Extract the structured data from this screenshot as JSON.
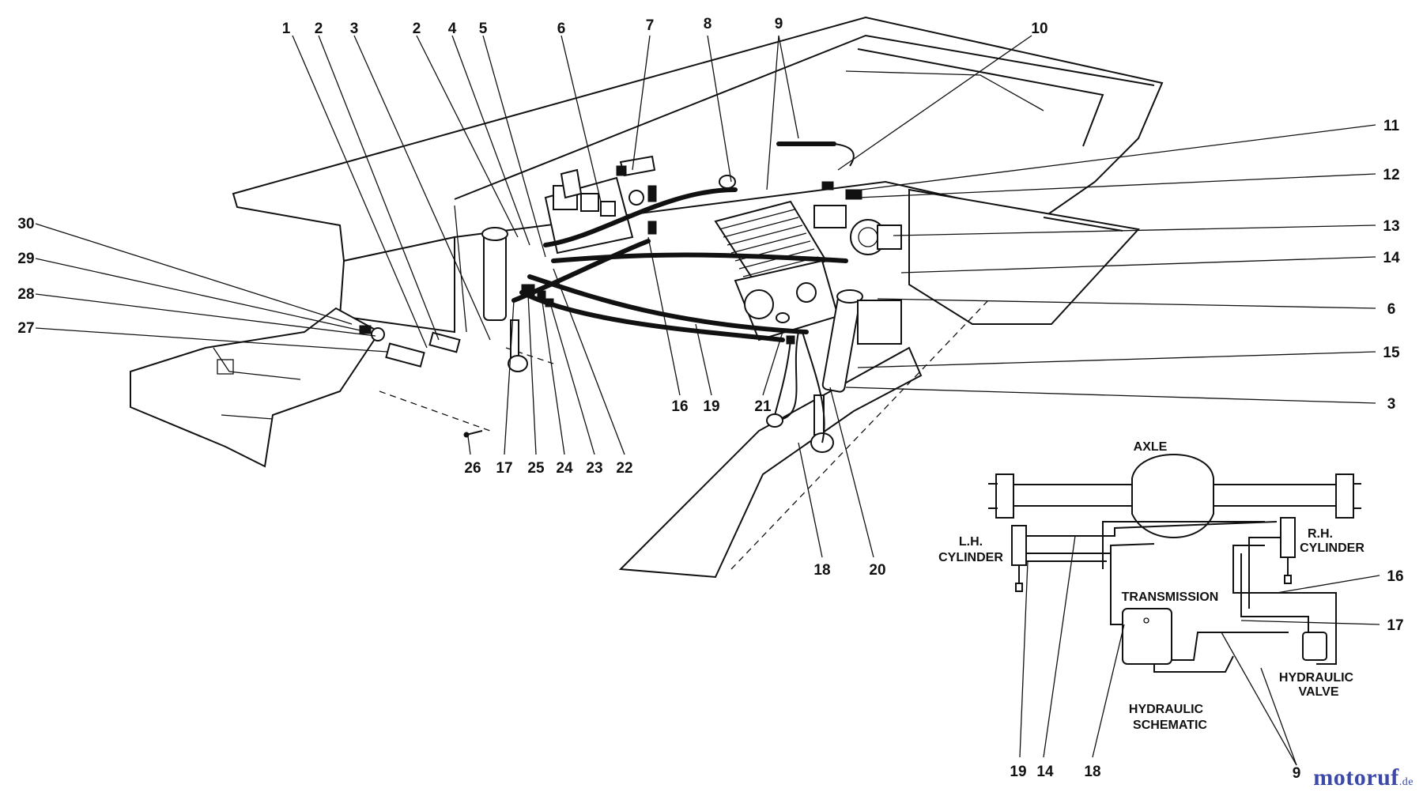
{
  "callouts": [
    {
      "n": "1"
    },
    {
      "n": "2"
    },
    {
      "n": "3"
    },
    {
      "n": "2"
    },
    {
      "n": "4"
    },
    {
      "n": "5"
    },
    {
      "n": "6"
    },
    {
      "n": "7"
    },
    {
      "n": "8"
    },
    {
      "n": "9"
    },
    {
      "n": "10"
    },
    {
      "n": "11"
    },
    {
      "n": "12"
    },
    {
      "n": "13"
    },
    {
      "n": "14"
    },
    {
      "n": "6"
    },
    {
      "n": "15"
    },
    {
      "n": "3"
    },
    {
      "n": "30"
    },
    {
      "n": "29"
    },
    {
      "n": "28"
    },
    {
      "n": "27"
    },
    {
      "n": "16"
    },
    {
      "n": "19"
    },
    {
      "n": "21"
    },
    {
      "n": "26"
    },
    {
      "n": "17"
    },
    {
      "n": "25"
    },
    {
      "n": "24"
    },
    {
      "n": "23"
    },
    {
      "n": "22"
    },
    {
      "n": "18"
    },
    {
      "n": "20"
    }
  ],
  "schematic": {
    "axle": "AXLE",
    "lh_cylinder_1": "L.H.",
    "lh_cylinder_2": "CYLINDER",
    "rh_cylinder_1": "R.H.",
    "rh_cylinder_2": "CYLINDER",
    "transmission": "TRANSMISSION",
    "hydraulic_valve_1": "HYDRAULIC",
    "hydraulic_valve_2": "VALVE",
    "title_1": "HYDRAULIC",
    "title_2": "SCHEMATIC",
    "callouts": [
      {
        "n": "16"
      },
      {
        "n": "17"
      },
      {
        "n": "19"
      },
      {
        "n": "14"
      },
      {
        "n": "18"
      },
      {
        "n": "9"
      }
    ]
  },
  "watermark": {
    "brand": "motoruf",
    "suffix": ".de"
  }
}
